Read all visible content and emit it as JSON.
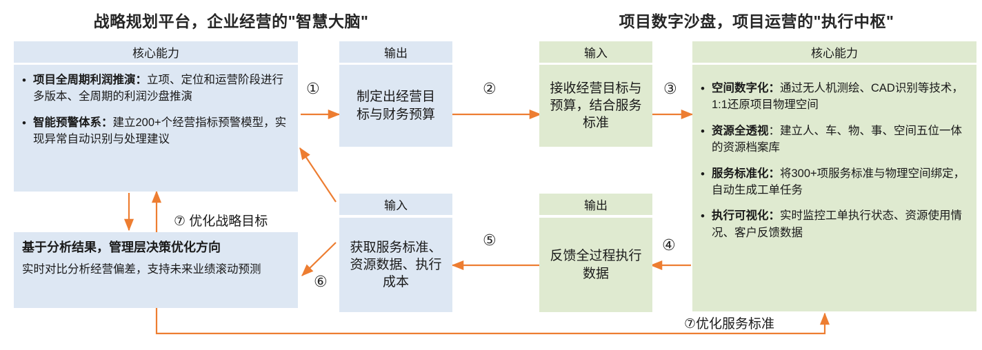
{
  "titles": {
    "left": "战略规划平台，企业经营的\"智慧大脑\"",
    "right": "项目数字沙盘，项目运营的\"执行中枢\""
  },
  "headers": {
    "left_core": "核心能力",
    "left_output": "输出",
    "left_input": "输入",
    "right_input": "输入",
    "right_output": "输出",
    "right_core": "核心能力"
  },
  "left_core_bullets": [
    {
      "marker": "•",
      "bold": "项目全周期利润推演：",
      "text": "立项、定位和运营阶段进行多版本、全周期的利润沙盘推演"
    },
    {
      "marker": "•",
      "bold": "智能预警体系：",
      "text": "建立200+个经营指标预警模型，实现异常自动识别与处理建议"
    }
  ],
  "right_core_bullets": [
    {
      "marker": "•",
      "bold": "空间数字化：",
      "text": "通过无人机测绘、CAD识别等技术，1:1还原项目物理空间"
    },
    {
      "marker": "•",
      "bold": "资源全透视",
      "text": "：建立人、车、物、事、空间五位一体的资源档案库"
    },
    {
      "marker": "•",
      "bold": "服务标准化：",
      "text": "将300+项服务标准与物理空间绑定，自动生成工单任务"
    },
    {
      "marker": "•",
      "bold": "执行可视化：",
      "text": "实时监控工单执行状态、资源使用情况、客户反馈数据"
    }
  ],
  "boxes": {
    "left_output_body": "制定出经营目标与财务预算",
    "left_input_body": "获取服务标准、资源数据、执行成本",
    "right_input_body": "接收经营目标与预算，结合服务标准",
    "right_output_body": "反馈全过程执行数据",
    "decision_title": "基于分析结果，管理层决策优化方向",
    "decision_text": "实时对比分析经营偏差，支持未来业绩滚动预测"
  },
  "flow_labels": {
    "n1": "①",
    "n2": "②",
    "n3": "③",
    "n4": "④",
    "n5": "⑤",
    "n6": "⑥",
    "n7_left": "⑦ 优化战略目标",
    "n7_bottom": "⑦优化服务标准"
  },
  "colors": {
    "blue_fill": "#dde7f3",
    "green_fill": "#dfead0",
    "arrow": "#ED7D31",
    "title": "#262626"
  }
}
